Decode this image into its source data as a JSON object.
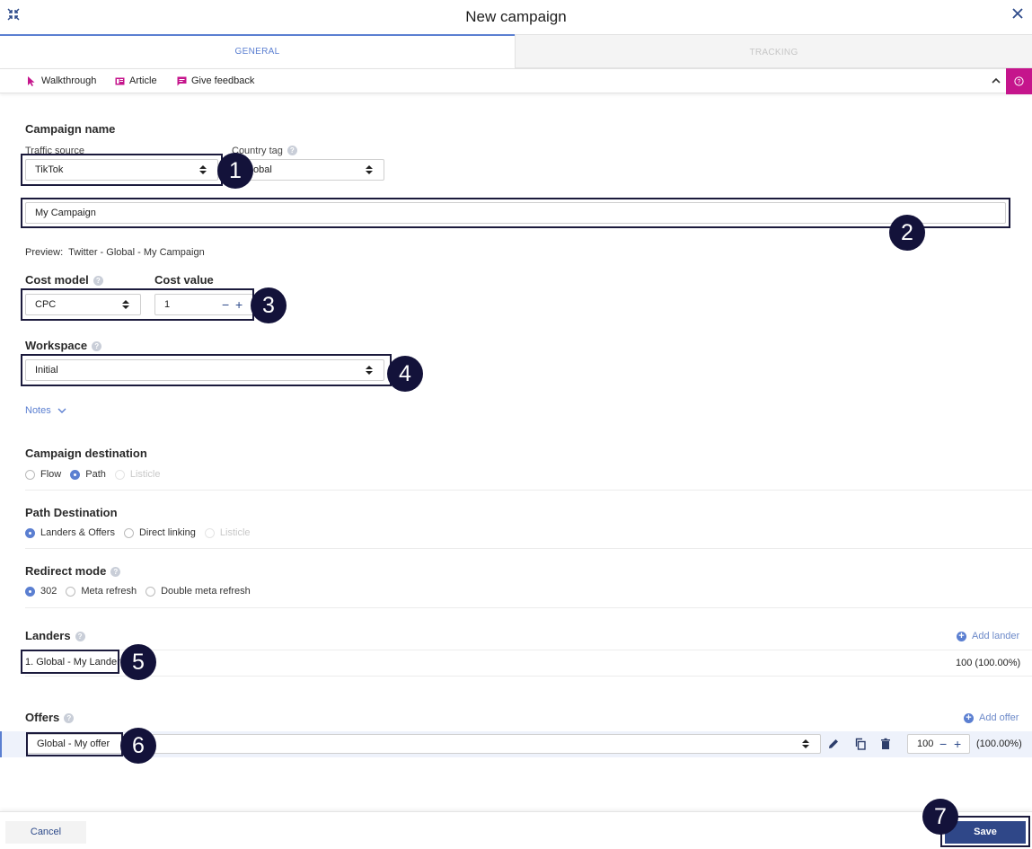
{
  "window": {
    "title": "New campaign"
  },
  "tabs": [
    {
      "label": "GENERAL",
      "active": true
    },
    {
      "label": "TRACKING",
      "active": false
    }
  ],
  "helpbar": {
    "walkthrough": "Walkthrough",
    "article": "Article",
    "feedback": "Give feedback",
    "help_icon": "?"
  },
  "campaign_name": {
    "title": "Campaign name",
    "traffic_source_label": "Traffic source",
    "traffic_source_value": "TikTok",
    "country_tag_label": "Country tag",
    "country_tag_value": "Global",
    "name_value": "My Campaign",
    "preview_label": "Preview:",
    "preview_value": "Twitter - Global - My Campaign"
  },
  "cost": {
    "model_label": "Cost model",
    "model_value": "CPC",
    "value_label": "Cost value",
    "value": "1",
    "minus": "−",
    "plus": "+"
  },
  "workspace": {
    "label": "Workspace",
    "value": "Initial"
  },
  "notes": {
    "label": "Notes"
  },
  "campaign_destination": {
    "title": "Campaign destination",
    "options": [
      {
        "label": "Flow",
        "selected": false,
        "disabled": false
      },
      {
        "label": "Path",
        "selected": true,
        "disabled": false
      },
      {
        "label": "Listicle",
        "selected": false,
        "disabled": true
      }
    ]
  },
  "path_destination": {
    "title": "Path Destination",
    "options": [
      {
        "label": "Landers & Offers",
        "selected": true,
        "disabled": false
      },
      {
        "label": "Direct linking",
        "selected": false,
        "disabled": false
      },
      {
        "label": "Listicle",
        "selected": false,
        "disabled": true
      }
    ]
  },
  "redirect_mode": {
    "title": "Redirect mode",
    "options": [
      {
        "label": "302",
        "selected": true,
        "disabled": false
      },
      {
        "label": "Meta refresh",
        "selected": false,
        "disabled": false
      },
      {
        "label": "Double meta refresh",
        "selected": false,
        "disabled": false
      }
    ]
  },
  "landers": {
    "title": "Landers",
    "add_label": "Add lander",
    "items": [
      {
        "name": "1. Global - My Lander",
        "weight": "100 (100.00%)"
      }
    ]
  },
  "offers": {
    "title": "Offers",
    "add_label": "Add offer",
    "items": [
      {
        "name": "Global - My offer",
        "weight": "100",
        "percent": "(100.00%)"
      }
    ]
  },
  "footer": {
    "cancel": "Cancel",
    "save": "Save"
  },
  "callouts": [
    "1",
    "2",
    "3",
    "4",
    "5",
    "6",
    "7"
  ],
  "colors": {
    "accent": "#5b7fd1",
    "primary_button": "#2f4788",
    "help_badge": "#c5158c",
    "callout": "#13123a"
  },
  "icons": [
    "collapse-icon",
    "close-icon",
    "cursor-icon",
    "article-icon",
    "feedback-icon",
    "chevron-up-icon",
    "question-icon",
    "updown-icon",
    "chevron-down-icon",
    "plus-circle-icon",
    "pencil-icon",
    "copy-icon",
    "trash-icon"
  ]
}
